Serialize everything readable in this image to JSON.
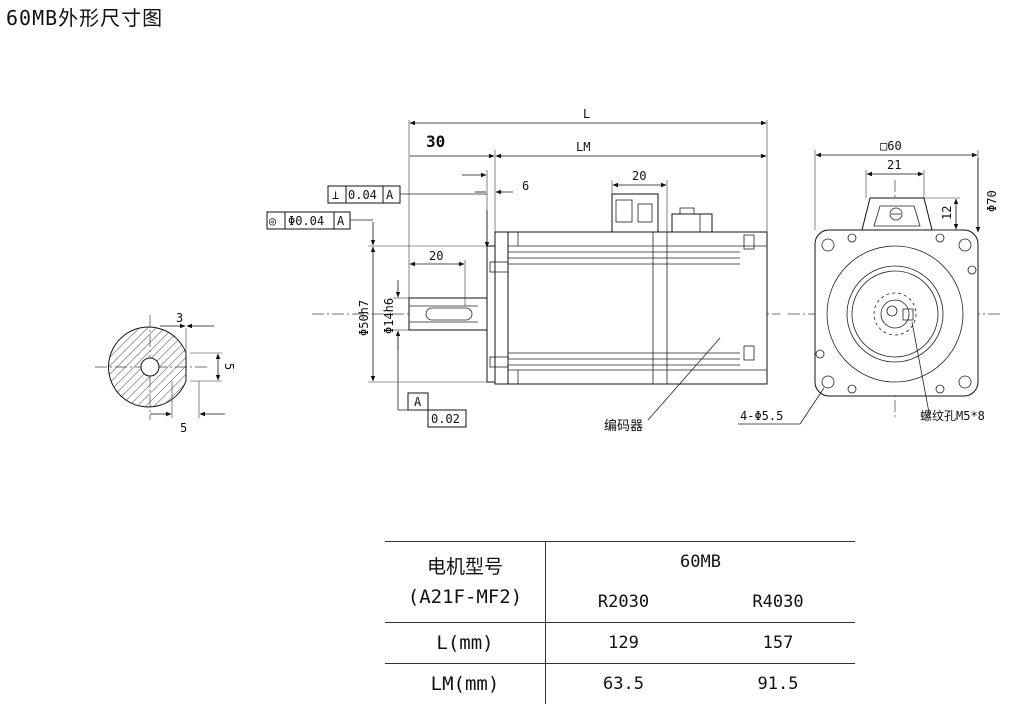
{
  "title": "60MB外形尺寸图",
  "dims": {
    "L": "L",
    "dim_30": "30",
    "LM": "LM",
    "dim_20_top": "20",
    "dim_6": "6",
    "dim_20_shaft": "20",
    "phi50h7": "Φ50h7",
    "phi14h6": "Φ14h6",
    "square60": "□60",
    "dim_21": "21",
    "dim_12": "12",
    "phi70": "Φ70",
    "dim_3": "3",
    "dim_5_vert": "5",
    "dim_5_horiz": "5",
    "holes": "4-Φ5.5",
    "thread": "螺纹孔M5*8",
    "encoder": "编码器"
  },
  "tolerances": {
    "perp_symbol": "⊥",
    "perp_value": "0.04",
    "perp_datum": "A",
    "conc_symbol": "◎",
    "conc_value": "Φ0.04",
    "conc_datum": "A",
    "datum_letter": "A",
    "runout_value": "0.02"
  },
  "table": {
    "header_line1": "电机型号",
    "header_line2": "(A21F-MF2)",
    "series": "60MB",
    "models": [
      "R2030",
      "R4030"
    ],
    "rows": [
      {
        "label": "L(mm)",
        "values": [
          "129",
          "157"
        ]
      },
      {
        "label": "LM(mm)",
        "values": [
          "63.5",
          "91.5"
        ]
      }
    ]
  }
}
